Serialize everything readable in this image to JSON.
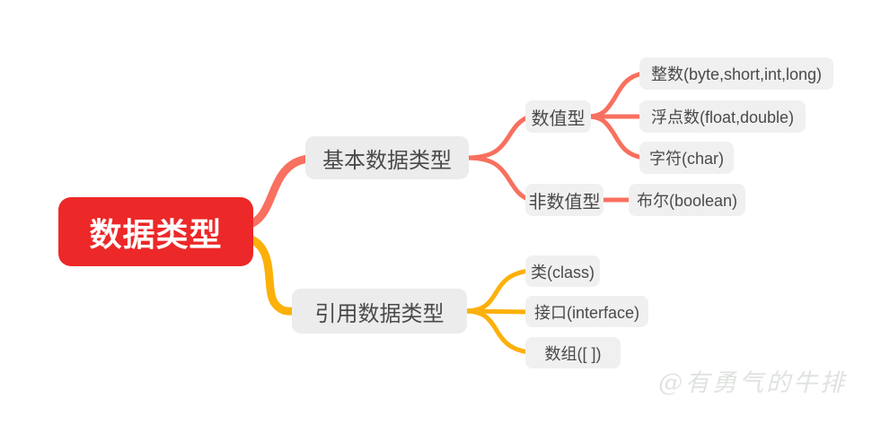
{
  "mindmap": {
    "root": {
      "label": "数据类型"
    },
    "branches": [
      {
        "label": "基本数据类型",
        "children": [
          {
            "label": "数值型",
            "children": [
              {
                "label": "整数(byte,short,int,long)"
              },
              {
                "label": "浮点数(float,double)"
              },
              {
                "label": "字符(char)"
              }
            ]
          },
          {
            "label": "非数值型",
            "children": [
              {
                "label": "布尔(boolean)"
              }
            ]
          }
        ]
      },
      {
        "label": "引用数据类型",
        "children": [
          {
            "label": "类(class)"
          },
          {
            "label": "接口(interface)"
          },
          {
            "label": "数组([ ])"
          }
        ]
      }
    ]
  },
  "watermark": "@有勇气的牛排",
  "colors": {
    "root_background": "#ed2828",
    "root_text": "#ffffff",
    "branch_basic_line": "#f8705f",
    "branch_reference_line": "#fcb00a",
    "node_background": "#ececec",
    "leaf_background": "#f1f0f0",
    "node_text": "#4a4a4a",
    "watermark_text": "#dfe3df"
  }
}
